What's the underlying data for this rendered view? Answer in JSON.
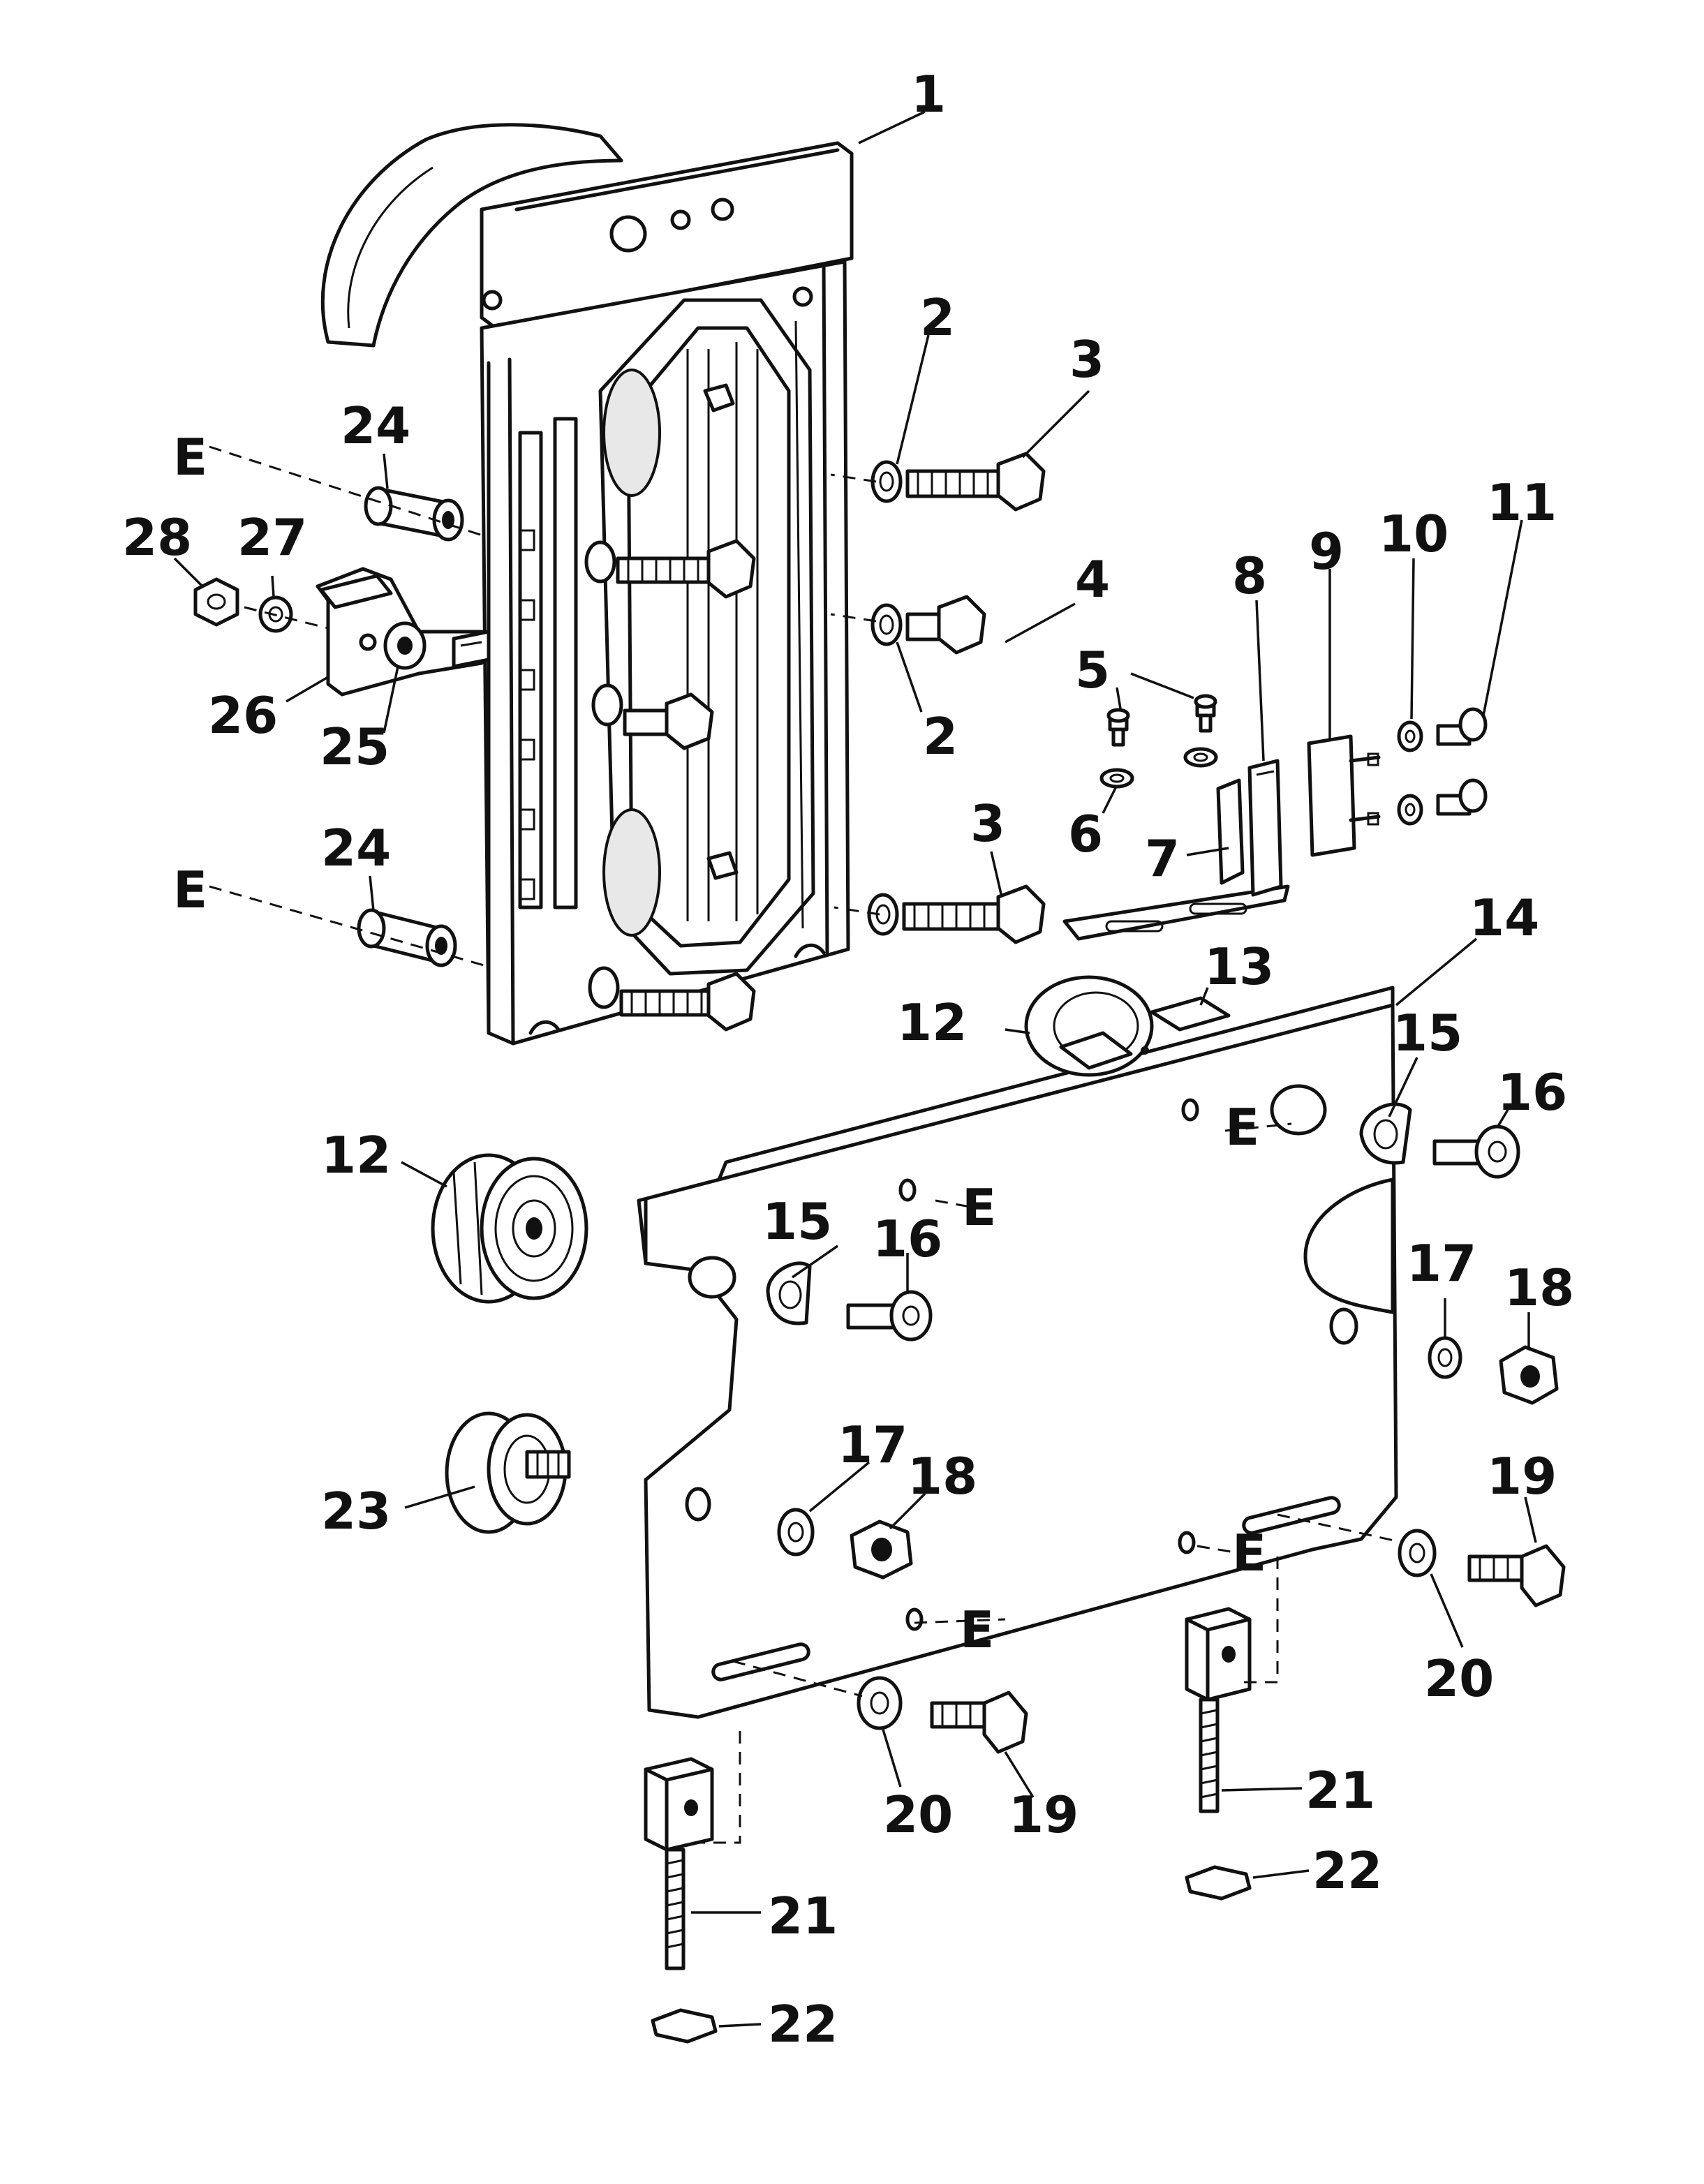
{
  "diagram": {
    "callouts": [
      {
        "id": "c1",
        "text": "1"
      },
      {
        "id": "c2a",
        "text": "2"
      },
      {
        "id": "c3a",
        "text": "3"
      },
      {
        "id": "c4",
        "text": "4"
      },
      {
        "id": "c2b",
        "text": "2"
      },
      {
        "id": "c5",
        "text": "5"
      },
      {
        "id": "c6",
        "text": "6"
      },
      {
        "id": "c7",
        "text": "7"
      },
      {
        "id": "c8",
        "text": "8"
      },
      {
        "id": "c9",
        "text": "9"
      },
      {
        "id": "c10",
        "text": "10"
      },
      {
        "id": "c11",
        "text": "11"
      },
      {
        "id": "c3b",
        "text": "3"
      },
      {
        "id": "c14",
        "text": "14"
      },
      {
        "id": "c13",
        "text": "13"
      },
      {
        "id": "c12a",
        "text": "12"
      },
      {
        "id": "c24a",
        "text": "24"
      },
      {
        "id": "cEa",
        "text": "E"
      },
      {
        "id": "c28",
        "text": "28"
      },
      {
        "id": "c27",
        "text": "27"
      },
      {
        "id": "c26",
        "text": "26"
      },
      {
        "id": "c25",
        "text": "25"
      },
      {
        "id": "c24b",
        "text": "24"
      },
      {
        "id": "cEb",
        "text": "E"
      },
      {
        "id": "c12b",
        "text": "12"
      },
      {
        "id": "c23",
        "text": "23"
      },
      {
        "id": "c15a",
        "text": "15"
      },
      {
        "id": "c16a",
        "text": "16"
      },
      {
        "id": "cEc",
        "text": "E"
      },
      {
        "id": "c15b",
        "text": "15"
      },
      {
        "id": "c16b",
        "text": "16"
      },
      {
        "id": "cEd",
        "text": "E"
      },
      {
        "id": "c17a",
        "text": "17"
      },
      {
        "id": "c18a",
        "text": "18"
      },
      {
        "id": "c17b",
        "text": "17"
      },
      {
        "id": "c18b",
        "text": "18"
      },
      {
        "id": "c19a",
        "text": "19"
      },
      {
        "id": "cEe",
        "text": "E"
      },
      {
        "id": "c20a",
        "text": "20"
      },
      {
        "id": "cEf",
        "text": "E"
      },
      {
        "id": "c20b",
        "text": "20"
      },
      {
        "id": "c19b",
        "text": "19"
      },
      {
        "id": "c21a",
        "text": "21"
      },
      {
        "id": "c22a",
        "text": "22"
      },
      {
        "id": "c21b",
        "text": "21"
      },
      {
        "id": "c22b",
        "text": "22"
      }
    ]
  }
}
